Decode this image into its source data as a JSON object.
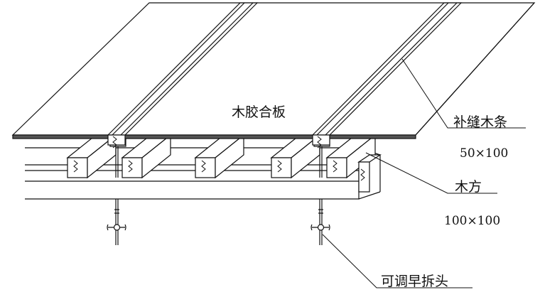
{
  "labels": {
    "plywood": "木胶合板",
    "filler_strip": "补缝木条",
    "filler_strip_size": "50×100",
    "timber_joist": "木方",
    "timber_joist_size": "100×100",
    "adjustable_prop": "可调早拆头"
  },
  "colors": {
    "line": "#111111",
    "background": "#ffffff",
    "plywood_edge": "#555555"
  }
}
